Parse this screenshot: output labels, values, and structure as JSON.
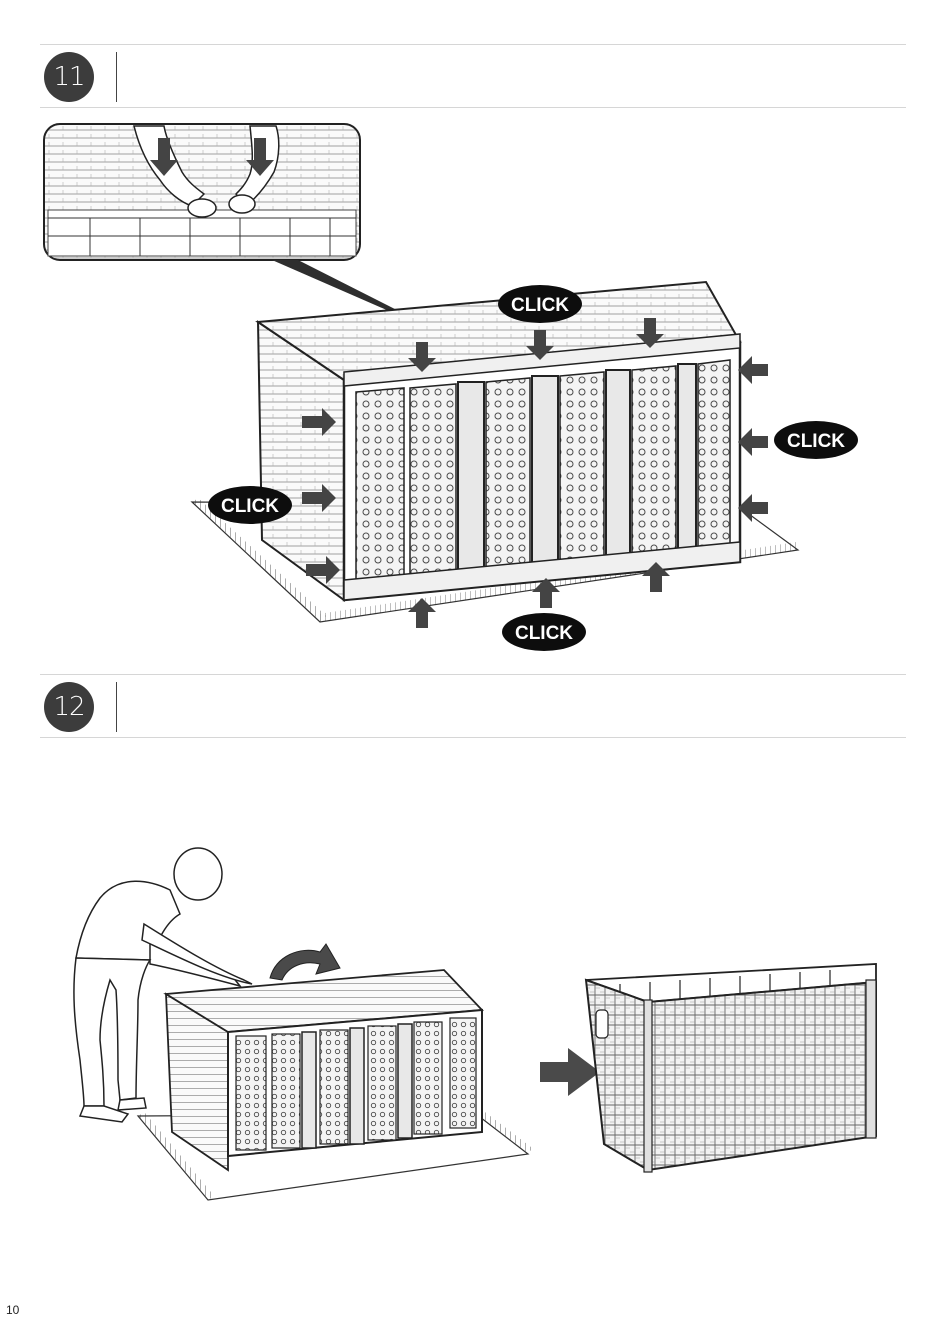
{
  "steps": [
    {
      "number": "11"
    },
    {
      "number": "12"
    }
  ],
  "callouts": {
    "click_top": "CLICK",
    "click_right": "CLICK",
    "click_left": "CLICK",
    "click_bottom": "CLICK"
  },
  "page_number": "10"
}
